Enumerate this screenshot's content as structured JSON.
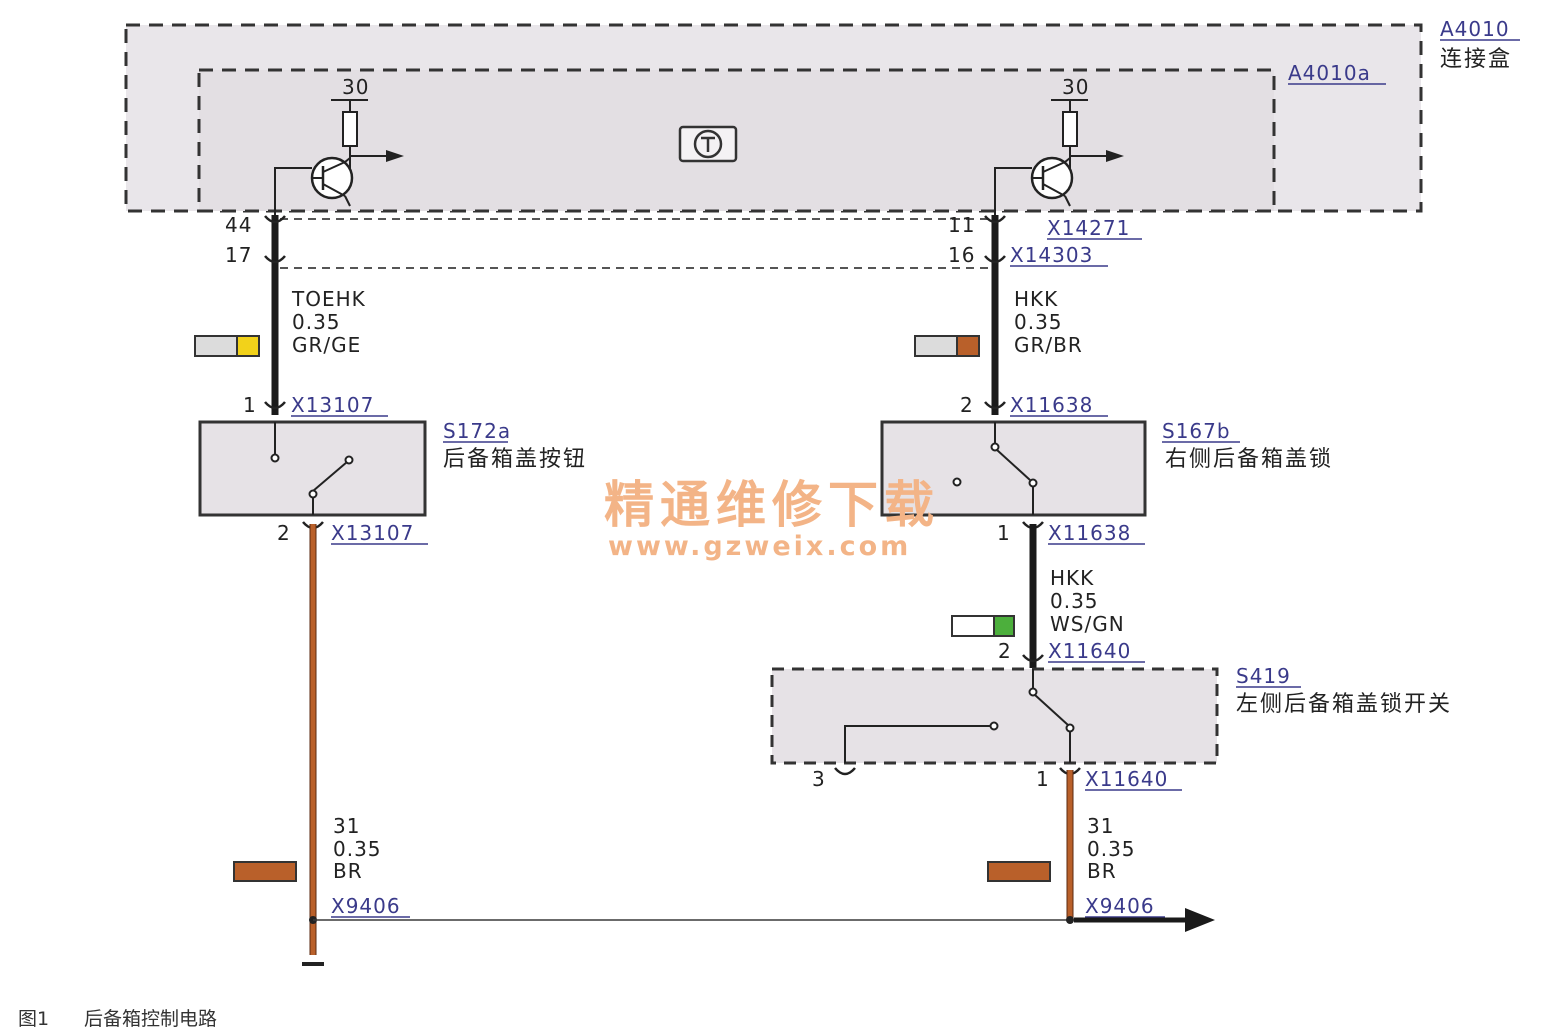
{
  "modules": {
    "outer": {
      "id": "A4010",
      "name": "连接盒"
    },
    "inner": {
      "id": "A4010a"
    }
  },
  "left_circuit": {
    "supply_label": "30",
    "pin_top": "44",
    "pin_bottom": "17",
    "wire": {
      "name": "TOEHK",
      "size": "0.35",
      "color": "GR/GE",
      "swatch": [
        "#dcdcdc",
        "#f2d21a"
      ]
    },
    "switch": {
      "id": "S172a",
      "name": "后备箱盖按钮",
      "pin_in": "1",
      "conn_in": "X13107",
      "pin_out": "2",
      "conn_out": "X13107"
    },
    "ground_wire": {
      "name": "31",
      "size": "0.35",
      "color": "BR",
      "swatch": [
        "#b9602a"
      ]
    },
    "ground_conn": "X9406"
  },
  "right_circuit": {
    "supply_label": "30",
    "pin_top": "11",
    "conn_top": "X14271",
    "pin_bottom": "16",
    "conn_bottom": "X14303",
    "wire": {
      "name": "HKK",
      "size": "0.35",
      "color": "GR/BR",
      "swatch": [
        "#dcdcdc",
        "#b9602a"
      ]
    },
    "switch": {
      "id": "S167b",
      "name": "右侧后备箱盖锁",
      "pin_in": "2",
      "conn_in": "X11638",
      "pin_out": "1",
      "conn_out": "X11638"
    },
    "wire2": {
      "name": "HKK",
      "size": "0.35",
      "color": "WS/GN",
      "swatch": [
        "#ffffff",
        "#4caf3c"
      ]
    },
    "switch2": {
      "id": "S419",
      "name": "左侧后备箱盖锁开关",
      "pin_in": "2",
      "conn_in": "X11640",
      "pin_aux": "3",
      "pin_out": "1",
      "conn_out": "X11640"
    },
    "ground_wire": {
      "name": "31",
      "size": "0.35",
      "color": "BR",
      "swatch": [
        "#b9602a"
      ]
    },
    "ground_conn": "X9406"
  },
  "watermark": {
    "title": "精通维修下载",
    "url": "www.gzweix.com"
  },
  "caption": {
    "figure": "图1",
    "text": "后备箱控制电路"
  },
  "colors": {
    "wire_black": "#1a1a1a",
    "wire_brown": "#b9602a",
    "module_fill": "#e9e6ea",
    "link": "#3a3a8a"
  },
  "icons": [
    "transistor-icon",
    "resistor-icon",
    "control-unit-icon",
    "switch-icon",
    "ground-icon",
    "arrow-right-icon"
  ]
}
